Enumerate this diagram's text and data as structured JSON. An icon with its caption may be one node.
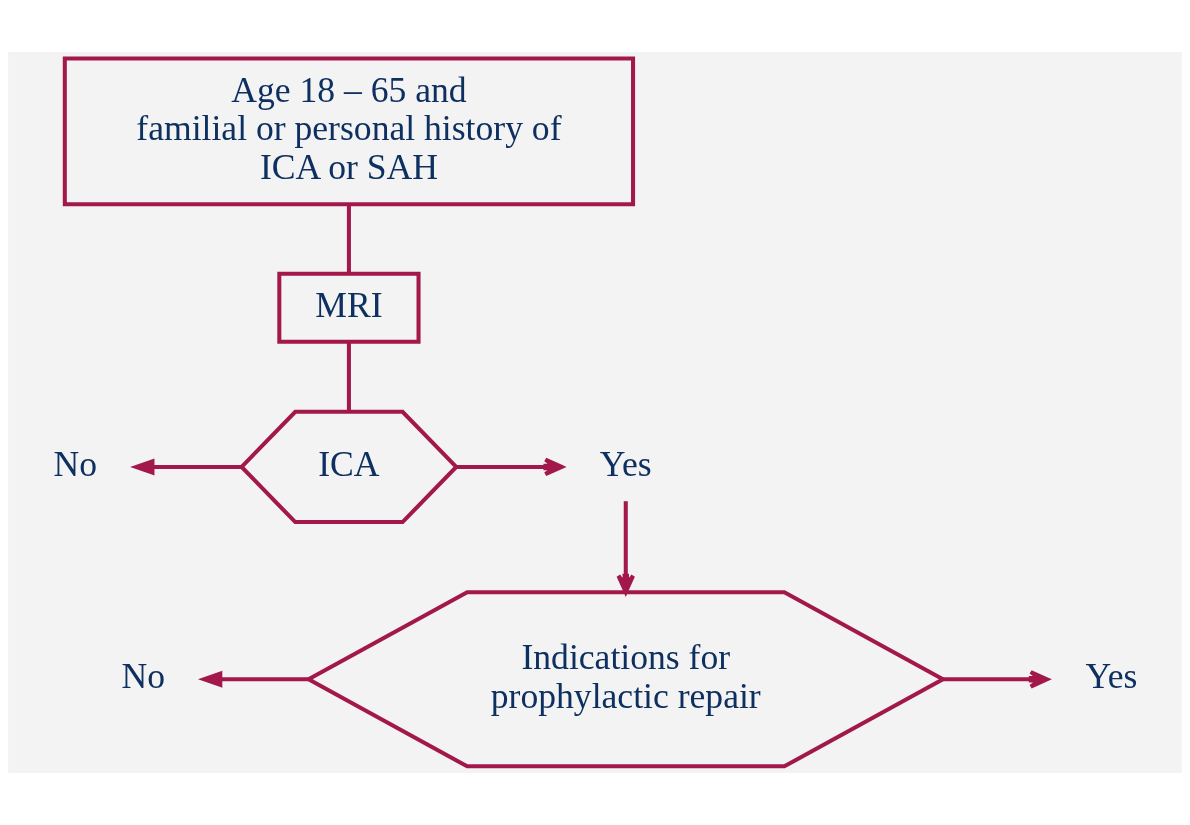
{
  "diagram": {
    "nodes": [
      {
        "text": [
          "Age 18 – 65 and familial or personal history of ICA or SAH"
        ]
      },
      {
        "text": [
          "MRI"
        ]
      },
      {
        "text": [
          "ICA"
        ]
      },
      {
        "text": [
          "No"
        ]
      },
      {
        "text": [
          "Yes"
        ]
      },
      {
        "text": [
          "Indications for prophylactic repair"
        ]
      },
      {
        "text": [
          "No"
        ]
      },
      {
        "text": [
          "Yes"
        ]
      }
    ],
    "edges": [
      {
        "from": 0,
        "to": 1,
        "arrow": "none"
      },
      {
        "from": 1,
        "to": 2,
        "arrow": "none"
      },
      {
        "from": 2,
        "to": 3,
        "arrow": "to"
      },
      {
        "from": 2,
        "to": 4,
        "arrow": "to"
      },
      {
        "from": 4,
        "to": 5,
        "arrow": "to"
      },
      {
        "from": 5,
        "to": 6,
        "arrow": "to"
      },
      {
        "from": 5,
        "to": 7,
        "arrow": "to"
      }
    ]
  }
}
